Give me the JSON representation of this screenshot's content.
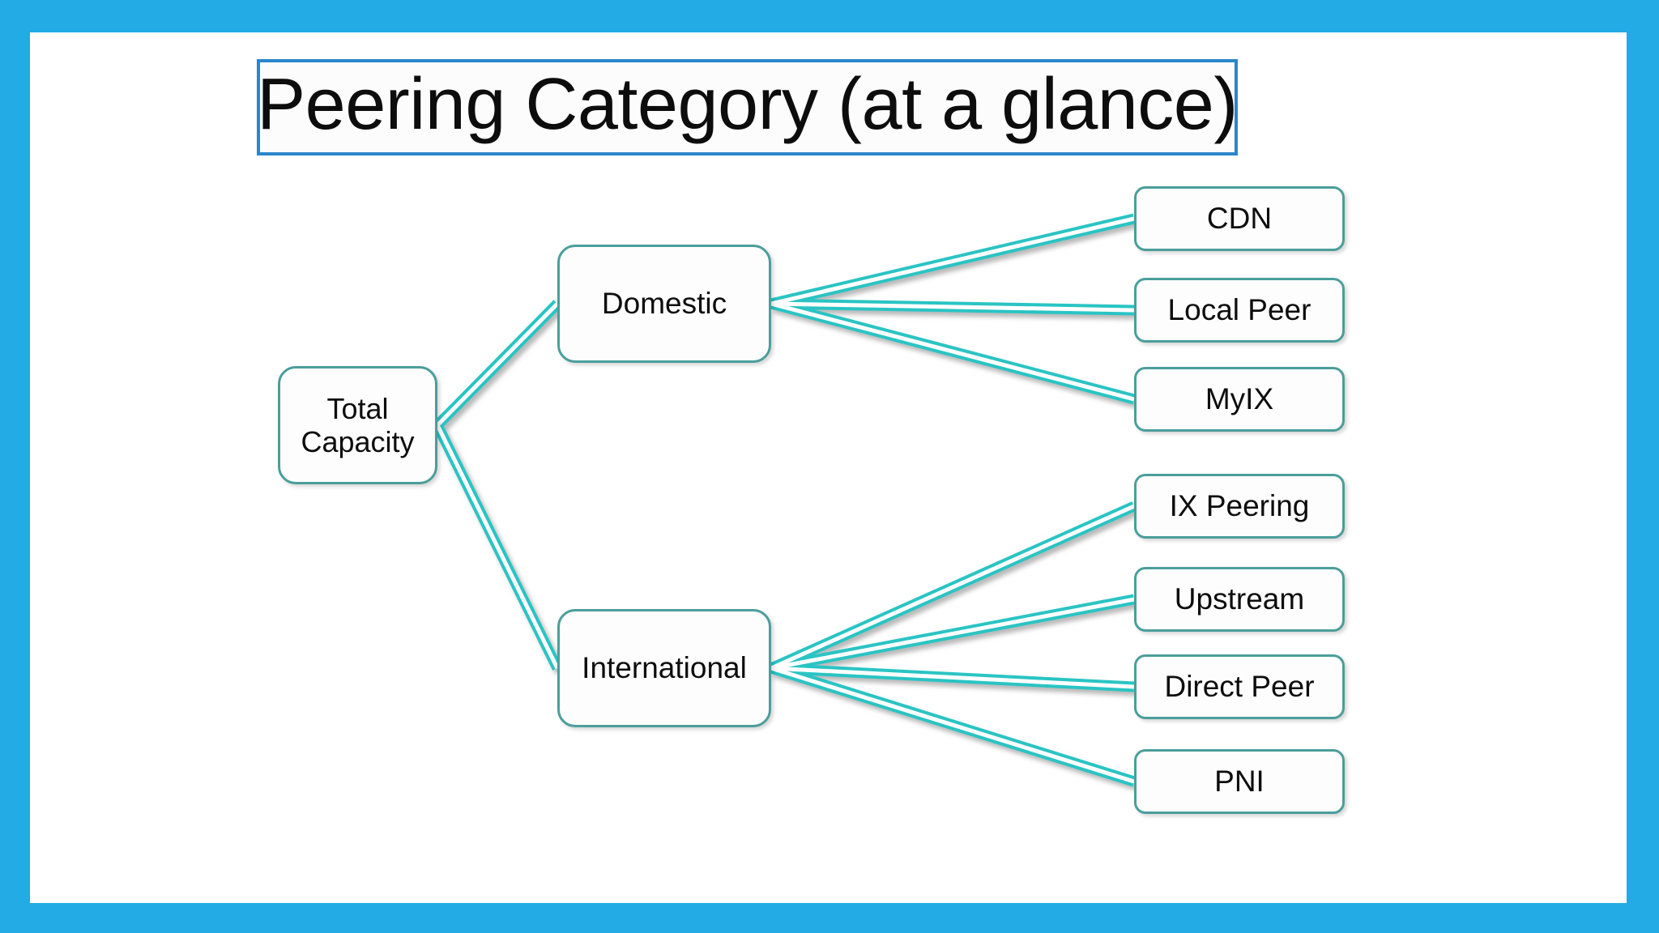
{
  "slide": {
    "frame_color": "#22abe4",
    "canvas_color": "#ffffff",
    "title": {
      "text": "Peering Category (at a glance)",
      "border_color": "#2b86c9",
      "text_color": "#0d0d0d"
    }
  },
  "diagram": {
    "type": "tree",
    "node_border_color": "#4b9e9b",
    "connector_color": "#2bc4c4",
    "nodes": {
      "root": {
        "id": "total-capacity",
        "line1": "Total",
        "line2": "Capacity",
        "text": "Total Capacity"
      },
      "branches": [
        {
          "id": "domestic",
          "label": "Domestic"
        },
        {
          "id": "international",
          "label": "International"
        }
      ],
      "domestic_children": [
        {
          "id": "cdn",
          "label": "CDN"
        },
        {
          "id": "local-peer",
          "label": "Local Peer"
        },
        {
          "id": "myix",
          "label": "MyIX"
        }
      ],
      "international_children": [
        {
          "id": "ix-peering",
          "label": "IX Peering"
        },
        {
          "id": "upstream",
          "label": "Upstream"
        },
        {
          "id": "direct-peer",
          "label": "Direct Peer"
        },
        {
          "id": "pni",
          "label": "PNI"
        }
      ]
    },
    "edges": [
      {
        "from": "Total Capacity",
        "to": "Domestic"
      },
      {
        "from": "Total Capacity",
        "to": "International"
      },
      {
        "from": "Domestic",
        "to": "CDN"
      },
      {
        "from": "Domestic",
        "to": "Local Peer"
      },
      {
        "from": "Domestic",
        "to": "MyIX"
      },
      {
        "from": "International",
        "to": "IX Peering"
      },
      {
        "from": "International",
        "to": "Upstream"
      },
      {
        "from": "International",
        "to": "Direct Peer"
      },
      {
        "from": "International",
        "to": "PNI"
      }
    ]
  }
}
